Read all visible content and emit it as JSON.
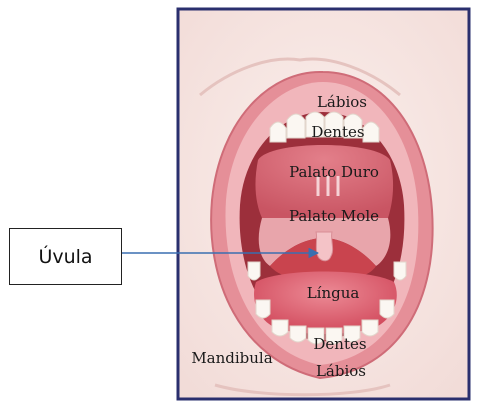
{
  "callout": {
    "label": "Úvula"
  },
  "anatomy": {
    "labios_top": "Lábios",
    "dentes_top": "Dentes",
    "palato_duro": "Palato Duro",
    "palato_mole": "Palato Mole",
    "lingua": "Língua",
    "dentes_bottom": "Dentes",
    "labios_bottom": "Lábios",
    "mandibula": "Mandibula"
  },
  "colors": {
    "frame": "#2a2f6e",
    "lip": "#e58f98",
    "lip_light": "#f3c3c7",
    "skin": "#f6e4e0",
    "mouth_dark": "#9c2f3b",
    "palate": "#d86a76",
    "soft_palate": "#e8a5ab",
    "throat": "#c9444e",
    "tongue": "#dd5b6b",
    "teeth": "#fbf7f2",
    "arrow": "#3a6fb0"
  }
}
